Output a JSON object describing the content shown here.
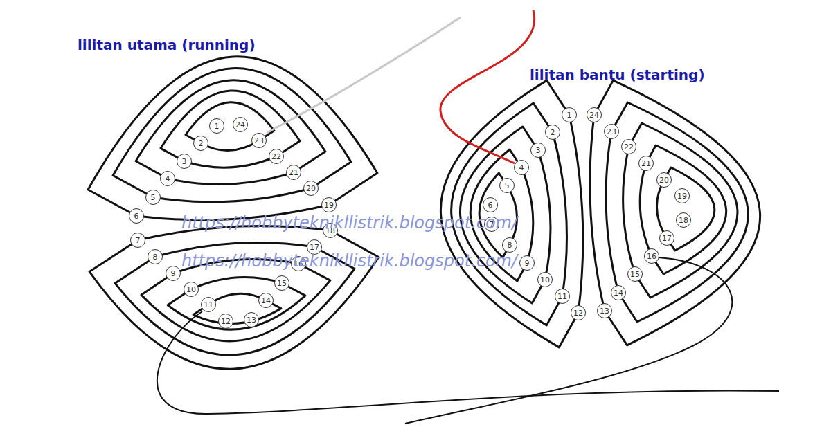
{
  "diagram": {
    "nodes": [
      {
        "text": [
          "1"
        ]
      },
      {
        "text": [
          "2"
        ]
      },
      {
        "text": [
          "3"
        ]
      },
      {
        "text": [
          "4"
        ]
      },
      {
        "text": [
          "5"
        ]
      },
      {
        "text": [
          "6"
        ]
      },
      {
        "text": [
          "7"
        ]
      },
      {
        "text": [
          "8"
        ]
      },
      {
        "text": [
          "9"
        ]
      },
      {
        "text": [
          "10"
        ]
      },
      {
        "text": [
          "11"
        ]
      },
      {
        "text": [
          "12"
        ]
      },
      {
        "text": [
          "13"
        ]
      },
      {
        "text": [
          "14"
        ]
      },
      {
        "text": [
          "15"
        ]
      },
      {
        "text": [
          "16"
        ]
      },
      {
        "text": [
          "17"
        ]
      },
      {
        "text": [
          "18"
        ]
      },
      {
        "text": [
          "19"
        ]
      },
      {
        "text": [
          "20"
        ]
      },
      {
        "text": [
          "21"
        ]
      },
      {
        "text": [
          "22"
        ]
      },
      {
        "text": [
          "23"
        ]
      },
      {
        "text": [
          "24"
        ]
      },
      {
        "text": [
          "1"
        ]
      },
      {
        "text": [
          "2"
        ]
      },
      {
        "text": [
          "3"
        ]
      },
      {
        "text": [
          "4"
        ]
      },
      {
        "text": [
          "5"
        ]
      },
      {
        "text": [
          "6"
        ]
      },
      {
        "text": [
          "7"
        ]
      },
      {
        "text": [
          "8"
        ]
      },
      {
        "text": [
          "9"
        ]
      },
      {
        "text": [
          "10"
        ]
      },
      {
        "text": [
          "11"
        ]
      },
      {
        "text": [
          "12"
        ]
      },
      {
        "text": [
          "13"
        ]
      },
      {
        "text": [
          "14"
        ]
      },
      {
        "text": [
          "15"
        ]
      },
      {
        "text": [
          "16"
        ]
      },
      {
        "text": [
          "17"
        ]
      },
      {
        "text": [
          "18"
        ]
      },
      {
        "text": [
          "19"
        ]
      },
      {
        "text": [
          "20"
        ]
      },
      {
        "text": [
          "21"
        ]
      },
      {
        "text": [
          "22"
        ]
      },
      {
        "text": [
          "23"
        ]
      },
      {
        "text": [
          "24"
        ]
      }
    ],
    "labels": [
      "lilitan utama (running)",
      "lilitan bantu (starting)",
      "https://hobbyteknikllistrik.blogspot.com/",
      "https://hobbyteknikllistrik.blogspot.com/"
    ]
  }
}
